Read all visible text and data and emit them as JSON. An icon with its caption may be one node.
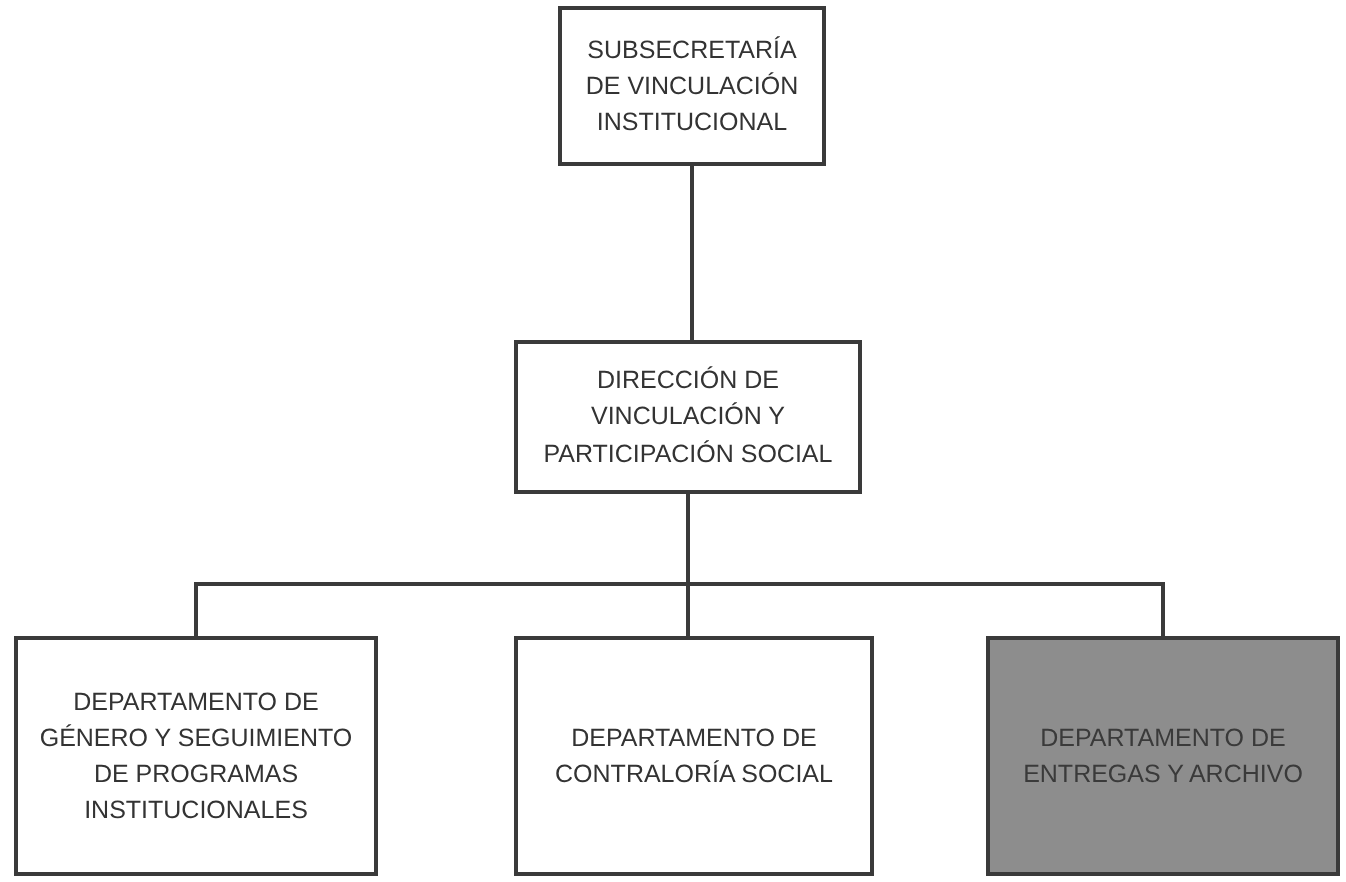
{
  "diagram": {
    "nodes": [
      {
        "text": [
          "SUBSECRETARÍA DE VINCULACIÓN INSTITUCIONAL"
        ]
      },
      {
        "text": [
          "DIRECCIÓN DE VINCULACIÓN Y PARTICIPACIÓN SOCIAL"
        ]
      },
      {
        "text": [
          "DEPARTAMENTO DE GÉNERO Y SEGUIMIENTO DE PROGRAMAS INSTITUCIONALES"
        ]
      },
      {
        "text": [
          "DEPARTAMENTO DE CONTRALORÍA SOCIAL"
        ]
      },
      {
        "text": [
          "DEPARTAMENTO DE ENTREGAS Y ARCHIVO"
        ]
      }
    ],
    "edges": [
      {
        "from": 0,
        "to": 1,
        "arrow": "none"
      },
      {
        "from": 1,
        "to": 2,
        "arrow": "none"
      },
      {
        "from": 1,
        "to": 3,
        "arrow": "none"
      },
      {
        "from": 1,
        "to": 4,
        "arrow": "none"
      }
    ]
  }
}
